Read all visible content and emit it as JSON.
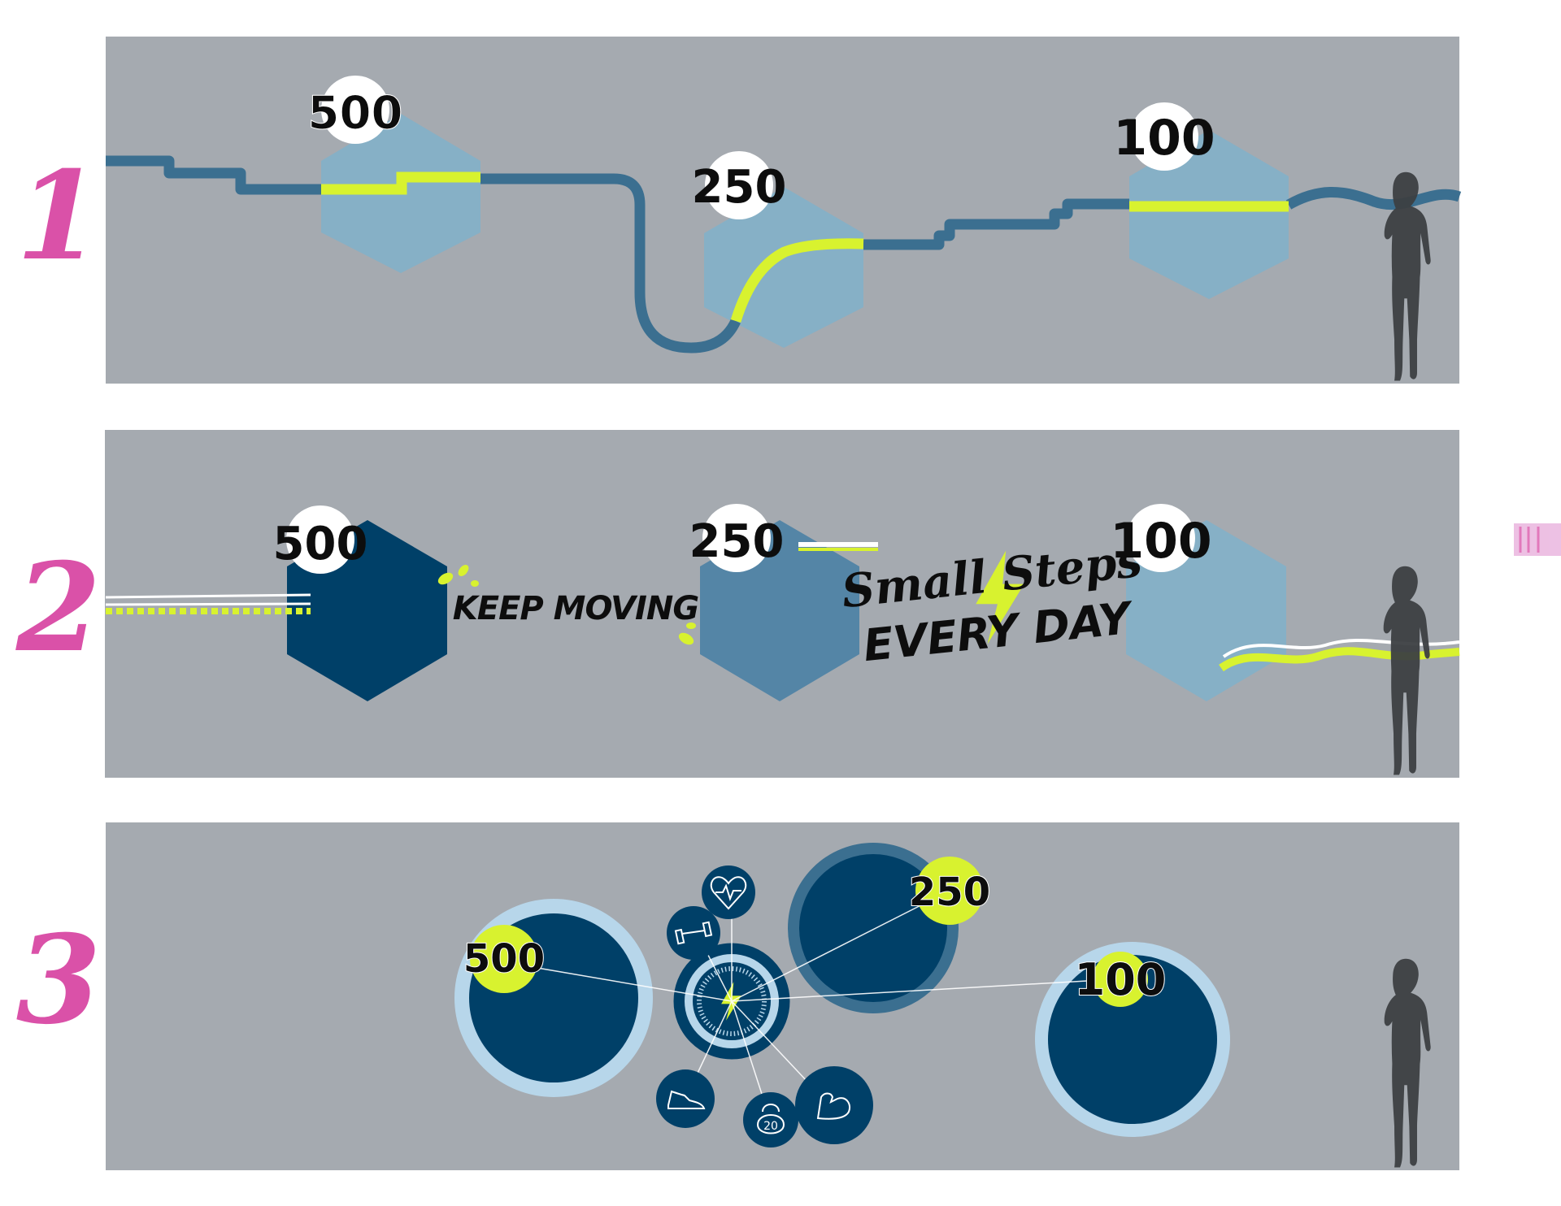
{
  "colors": {
    "panel": "#a5aab0",
    "navy": "#004068",
    "mid_blue": "#5485a6",
    "light_blue": "#86b0c6",
    "pale_ring": "#b7d6ea",
    "route": "#3b6f90",
    "lime": "#d8f22f",
    "black": "#0d0d0d",
    "silhouette": "#3c3f42",
    "sketch_magenta": "#d63f9f"
  },
  "options": [
    {
      "label": "1"
    },
    {
      "label": "2"
    },
    {
      "label": "3"
    }
  ],
  "milestones": [
    "500",
    "250",
    "100"
  ],
  "slogans": {
    "keep_moving": "KEEP MOVING",
    "small_steps": "Small Steps",
    "every_day": "EVERY DAY"
  },
  "hub_badge": "20",
  "icons": [
    "heart-rate-icon",
    "dumbbell-icon",
    "sneaker-icon",
    "kettlebell-icon",
    "flexed-arm-icon",
    "lightning-bolt-icon"
  ]
}
